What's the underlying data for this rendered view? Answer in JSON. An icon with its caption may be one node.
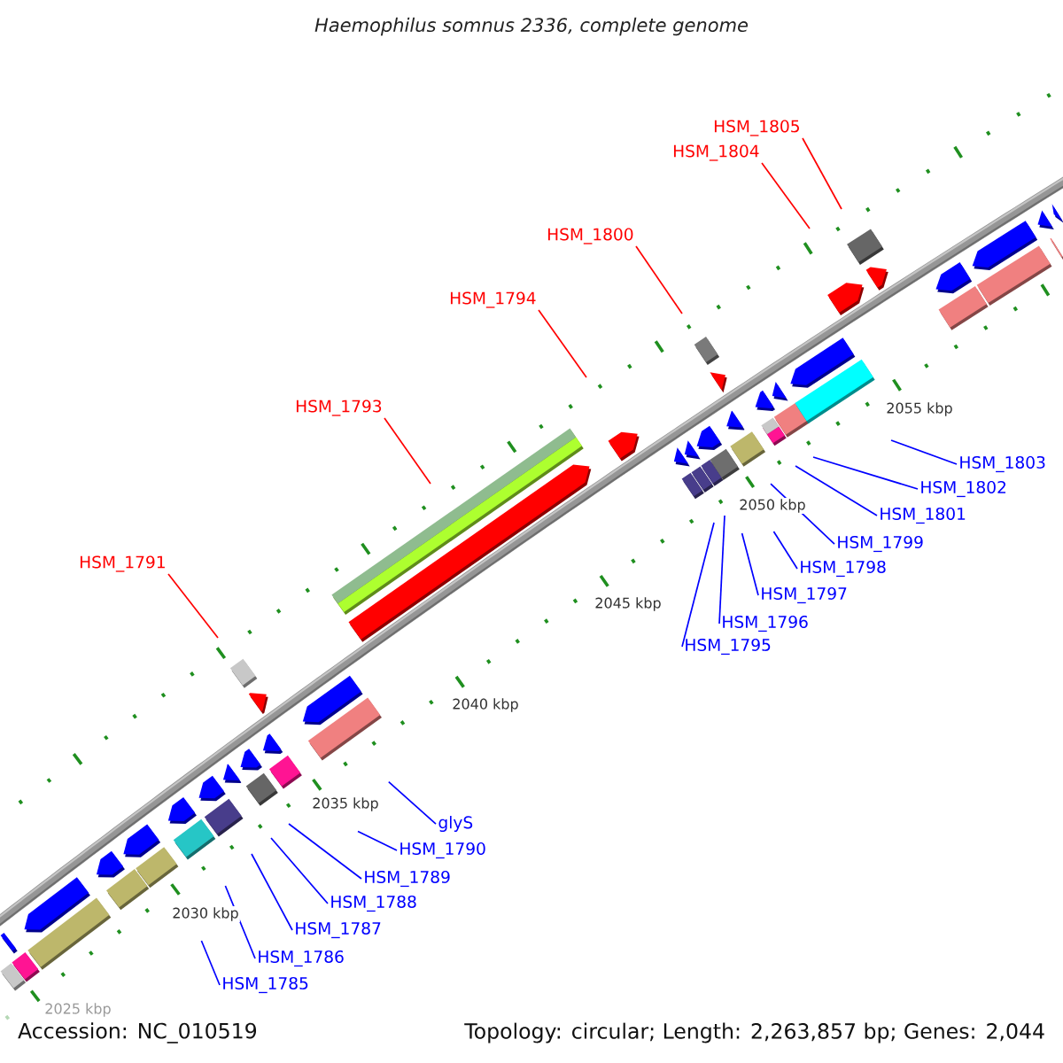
{
  "diagram": {
    "title": "Haemophilus somnus 2336, complete genome",
    "nodes": [
      {
        "text": [
          "HSM_1805"
        ]
      },
      {
        "text": [
          "HSM_1804"
        ]
      },
      {
        "text": [
          "HSM_1800"
        ]
      },
      {
        "text": [
          "HSM_1794"
        ]
      },
      {
        "text": [
          "HSM_1793"
        ]
      },
      {
        "text": [
          "HSM_1803"
        ]
      },
      {
        "text": [
          "HSM_1802"
        ]
      },
      {
        "text": [
          "HSM_1801"
        ]
      },
      {
        "text": [
          "HSM_1799"
        ]
      },
      {
        "text": [
          "HSM_1791"
        ]
      },
      {
        "text": [
          "HSM_1798"
        ]
      },
      {
        "text": [
          "HSM_1797"
        ]
      },
      {
        "text": [
          "HSM_1796"
        ]
      },
      {
        "text": [
          "HSM_1795"
        ]
      },
      {
        "text": [
          "glyS"
        ]
      },
      {
        "text": [
          "HSM_1790"
        ]
      },
      {
        "text": [
          "HSM_1789"
        ]
      },
      {
        "text": [
          "HSM_1788"
        ]
      },
      {
        "text": [
          "HSM_1787"
        ]
      },
      {
        "text": [
          "HSM_1786"
        ]
      },
      {
        "text": [
          "HSM_1785"
        ]
      }
    ],
    "edges": [
      {
        "from": 0,
        "to": null,
        "arrow": "none",
        "color": "#ff0000"
      },
      {
        "from": 1,
        "to": null,
        "arrow": "none",
        "color": "#ff0000"
      },
      {
        "from": 2,
        "to": null,
        "arrow": "none",
        "color": "#ff0000"
      },
      {
        "from": 3,
        "to": null,
        "arrow": "none",
        "color": "#ff0000"
      },
      {
        "from": 4,
        "to": null,
        "arrow": "none",
        "color": "#ff0000"
      },
      {
        "from": 5,
        "to": null,
        "arrow": "none"
      },
      {
        "from": 6,
        "to": null,
        "arrow": "none"
      },
      {
        "from": 7,
        "to": null,
        "arrow": "none"
      },
      {
        "from": 8,
        "to": null,
        "arrow": "none"
      },
      {
        "from": 9,
        "to": null,
        "arrow": "none",
        "color": "#ff0000"
      },
      {
        "from": 10,
        "to": null,
        "arrow": "none"
      },
      {
        "from": 11,
        "to": null,
        "arrow": "none"
      },
      {
        "from": 12,
        "to": null,
        "arrow": "none"
      },
      {
        "from": 13,
        "to": null,
        "arrow": "none"
      },
      {
        "from": 14,
        "to": null,
        "arrow": "none"
      },
      {
        "from": 15,
        "to": null,
        "arrow": "none"
      },
      {
        "from": 16,
        "to": null,
        "arrow": "none"
      },
      {
        "from": 17,
        "to": null,
        "arrow": "none"
      },
      {
        "from": 18,
        "to": null,
        "arrow": "none"
      },
      {
        "from": 19,
        "to": null,
        "arrow": "none"
      },
      {
        "from": 20,
        "to": null,
        "arrow": "none"
      }
    ],
    "labels": [
      "2055 kbp",
      "2050 kbp",
      "2045 kbp",
      "2040 kbp",
      "2035 kbp",
      "2030 kbp",
      "2025 kbp",
      "Accession: NC_010519",
      "Topology: circular; Length: 2,263,857 bp; Genes: 2,044"
    ]
  }
}
